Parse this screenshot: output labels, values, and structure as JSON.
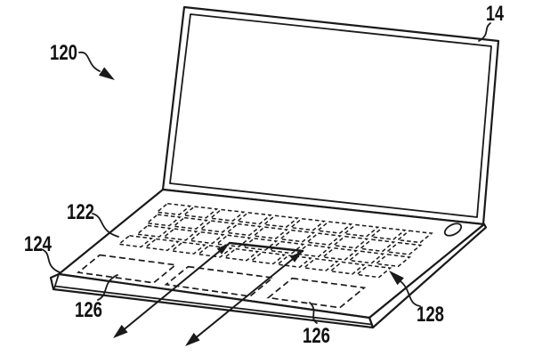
{
  "ink": "#1a1a1a",
  "figure": {
    "labels": {
      "assembly": "120",
      "display": "14",
      "keyboard": "122",
      "housing": "124",
      "zone_left": "126",
      "zone_right": "126",
      "keys": "128"
    }
  }
}
